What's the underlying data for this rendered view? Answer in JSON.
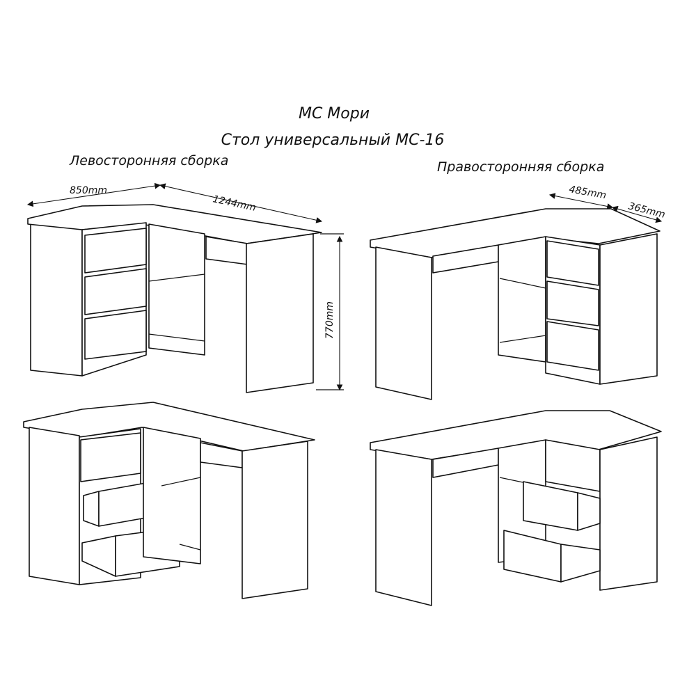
{
  "header": {
    "brand": "МС Мори",
    "product": "Стол универсальный МС-16"
  },
  "views": {
    "left_label": "Левосторонняя сборка",
    "right_label": "Правосторонняя сборка"
  },
  "dimensions": {
    "depth": "850mm",
    "length": "1244mm",
    "height": "770mm",
    "cabinet_width": "485mm",
    "cabinet_depth": "365mm"
  }
}
